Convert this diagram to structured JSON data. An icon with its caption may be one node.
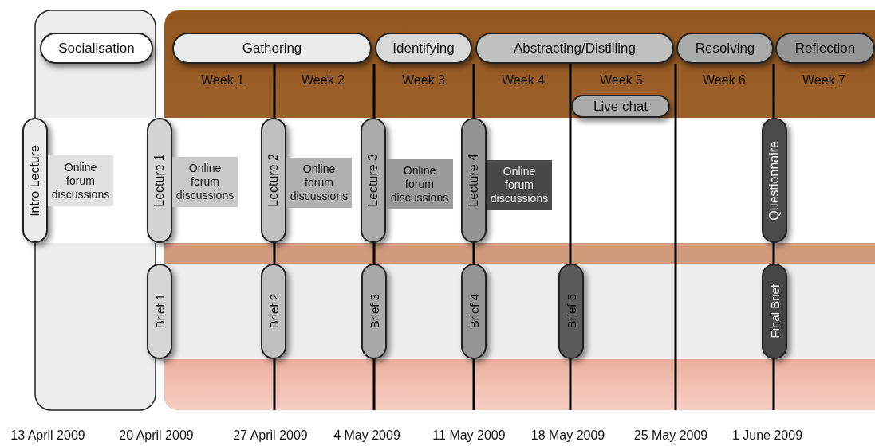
{
  "diagram": {
    "nodes": [
      {
        "text": [
          "Socialisation"
        ]
      },
      {
        "text": [
          "Gathering"
        ]
      },
      {
        "text": [
          "Identifying"
        ]
      },
      {
        "text": [
          "Abstracting/Distilling"
        ]
      },
      {
        "text": [
          "Resolving"
        ]
      },
      {
        "text": [
          "Reflection"
        ]
      },
      {
        "text": [
          "Live chat"
        ]
      },
      {
        "text": [
          "Intro Lecture"
        ]
      },
      {
        "text": [
          "Online forum discussions"
        ]
      },
      {
        "text": [
          "Lecture 1"
        ]
      },
      {
        "text": [
          "Online forum discussions"
        ]
      },
      {
        "text": [
          "Lecture 2"
        ]
      },
      {
        "text": [
          "Online forum discussions"
        ]
      },
      {
        "text": [
          "Lecture 3"
        ]
      },
      {
        "text": [
          "Online forum discussions"
        ]
      },
      {
        "text": [
          "Lecture 4"
        ]
      },
      {
        "text": [
          "Online forum discussions"
        ]
      },
      {
        "text": [
          "Questionnaire"
        ]
      },
      {
        "text": [
          "Brief 1"
        ]
      },
      {
        "text": [
          "Brief 2"
        ]
      },
      {
        "text": [
          "Brief 3"
        ]
      },
      {
        "text": [
          "Brief 4"
        ]
      },
      {
        "text": [
          "Brief 5"
        ]
      },
      {
        "text": [
          "Final Brief"
        ]
      }
    ],
    "edges": [],
    "labels": [
      "Week 1",
      "Week 2",
      "Week 3",
      "Week 4",
      "Week 5",
      "Week 6",
      "Week 7",
      "13 April 2009",
      "20 April 2009",
      "27 April 2009",
      "4 May 2009",
      "11 May 2009",
      "18 May 2009",
      "25 May 2009",
      "1 June 2009"
    ]
  }
}
